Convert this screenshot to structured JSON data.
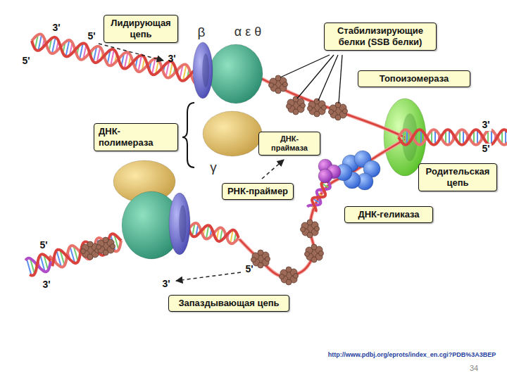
{
  "diagram": {
    "nodes": [
      {
        "text": [
          "Лидирующая цепь"
        ]
      },
      {
        "text": [
          "Стабилизирующие белки (SSB белки)"
        ]
      },
      {
        "text": [
          "Топоизомераза"
        ]
      },
      {
        "text": [
          "ДНК-полимераза"
        ]
      },
      {
        "text": [
          "ДНК-праймаза"
        ]
      },
      {
        "text": [
          "Родительская цепь"
        ]
      },
      {
        "text": [
          "РНК-праймер"
        ]
      },
      {
        "text": [
          "ДНК-геликаза"
        ]
      },
      {
        "text": [
          "Запаздывающая цепь"
        ]
      }
    ],
    "labels": [
      "3'",
      "5'",
      "β",
      "α ε θ",
      "5'",
      "3'",
      "3'",
      "5'",
      "γ",
      "5'",
      "5'",
      "3'",
      "3'",
      "http://www.pdbj.org/eprots/index_en.cgi?PDB%3A3BEP",
      "34"
    ]
  }
}
